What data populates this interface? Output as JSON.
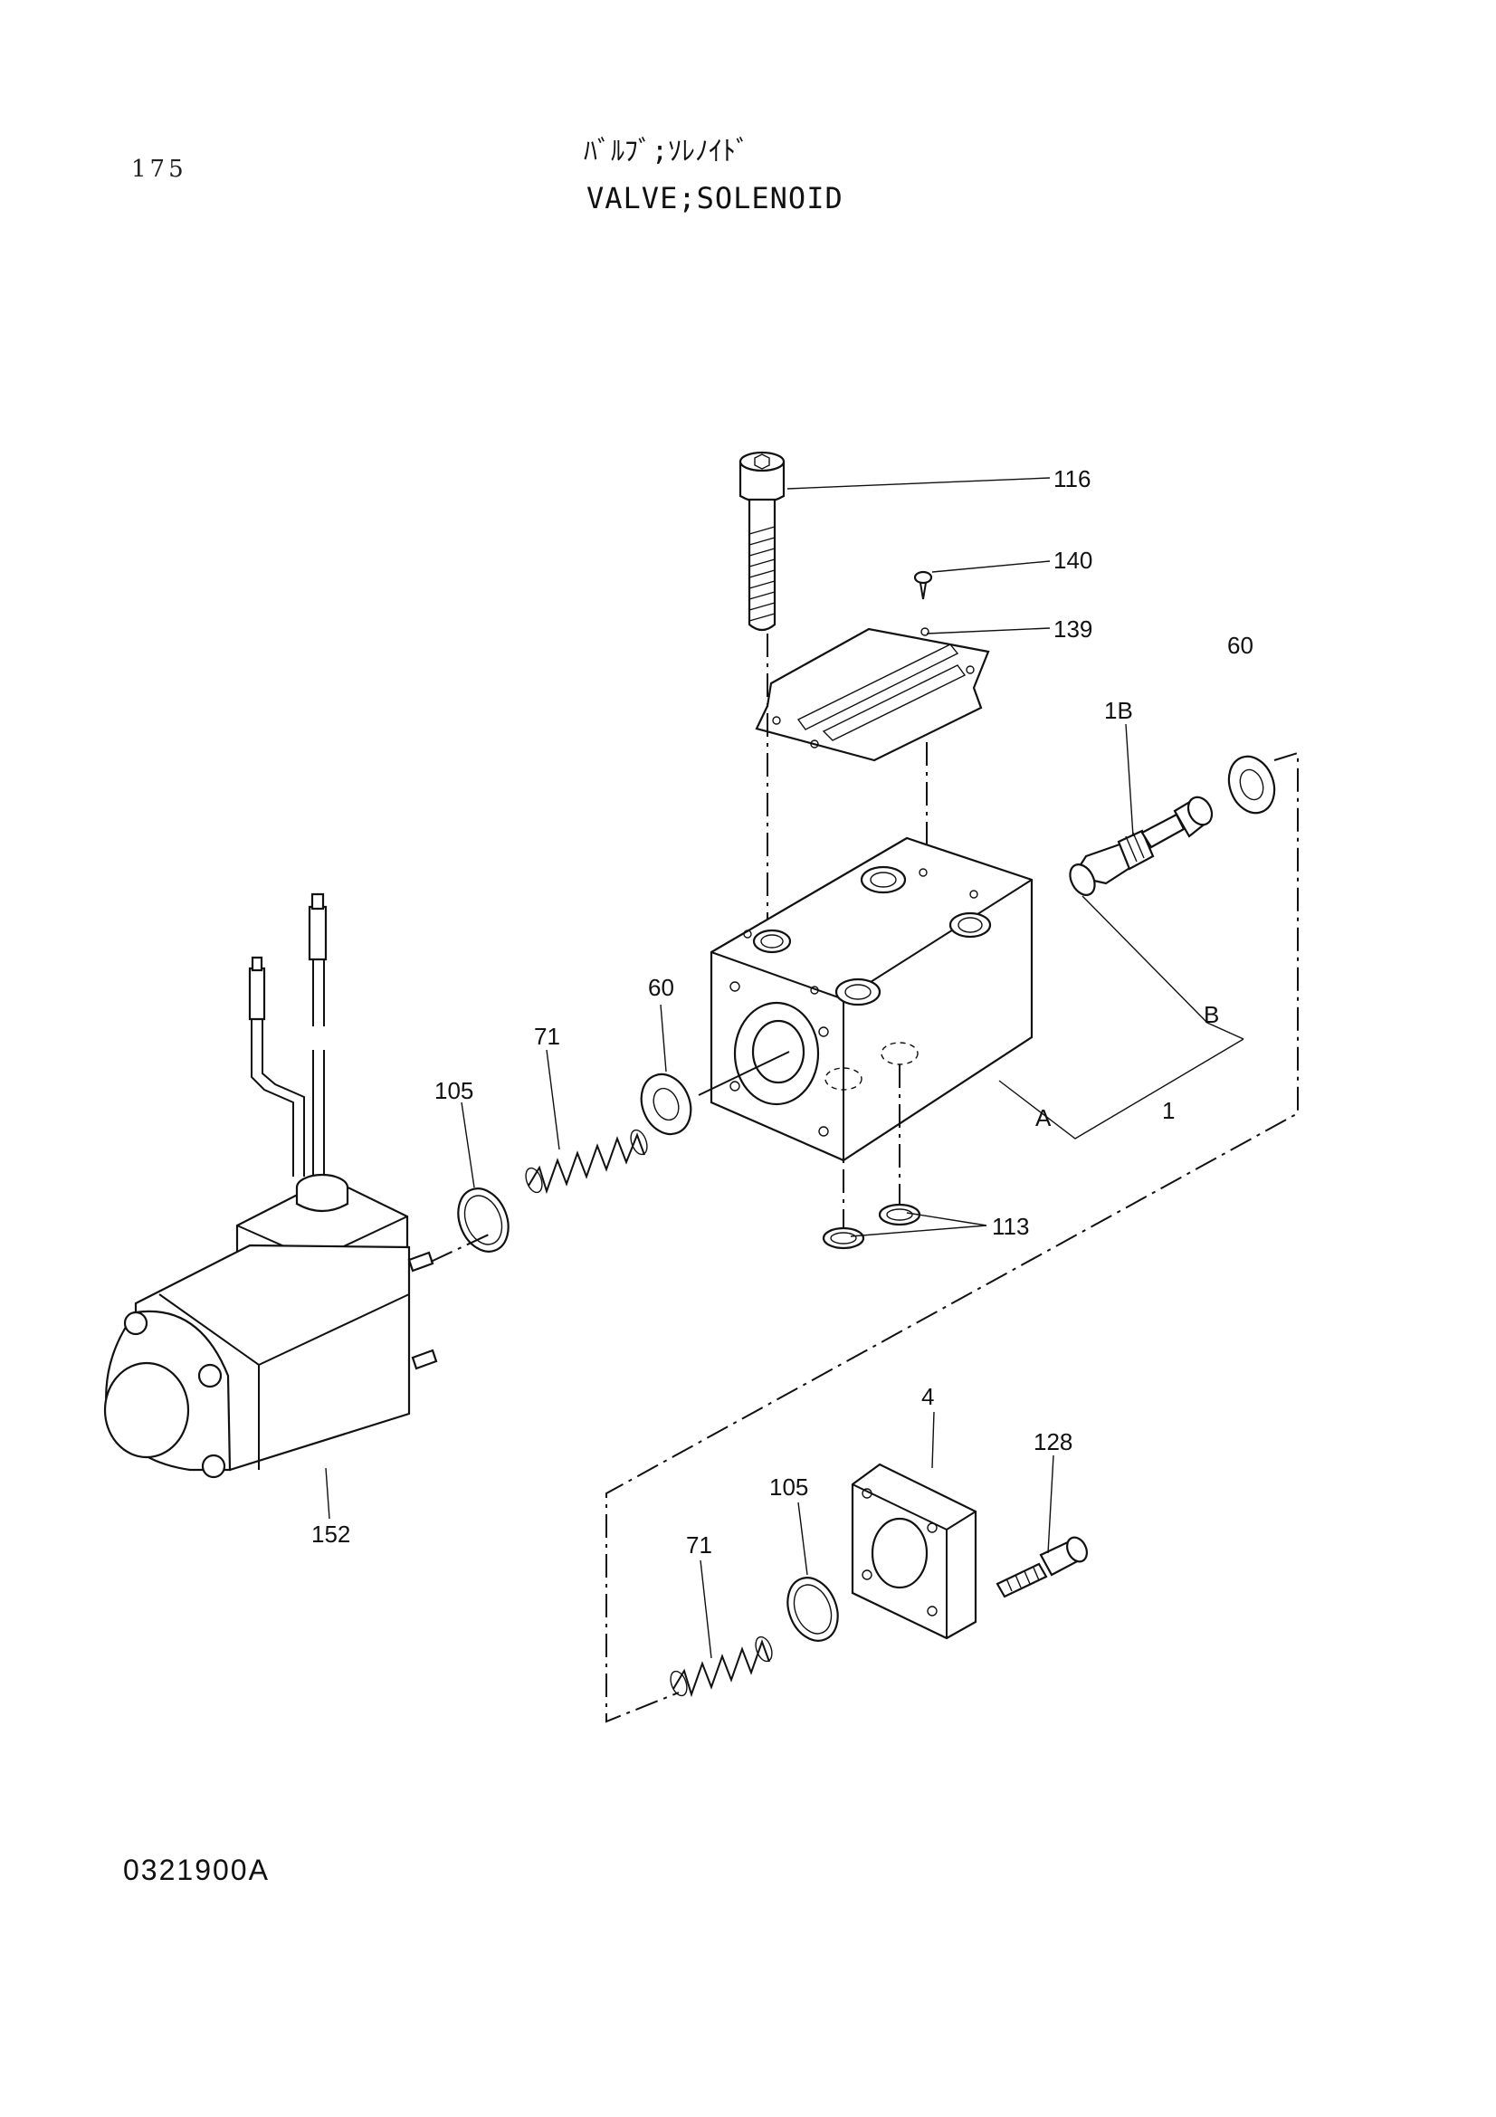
{
  "header": {
    "page_number": "175",
    "title_jp": "ﾊﾞﾙﾌﾞ;ｿﾚﾉｲﾄﾞ",
    "title_en": "VALVE;SOLENOID"
  },
  "footer": {
    "drawing_code": "0321900A"
  },
  "callouts": {
    "c116": "116",
    "c140": "140",
    "c139": "139",
    "c60_top": "60",
    "c1B": "1B",
    "c60_mid": "60",
    "c71_top": "71",
    "c105_top": "105",
    "cB": "B",
    "cA": "A",
    "c1": "1",
    "c113": "113",
    "c152": "152",
    "c4": "4",
    "c128": "128",
    "c105_bot": "105",
    "c71_bot": "71"
  }
}
